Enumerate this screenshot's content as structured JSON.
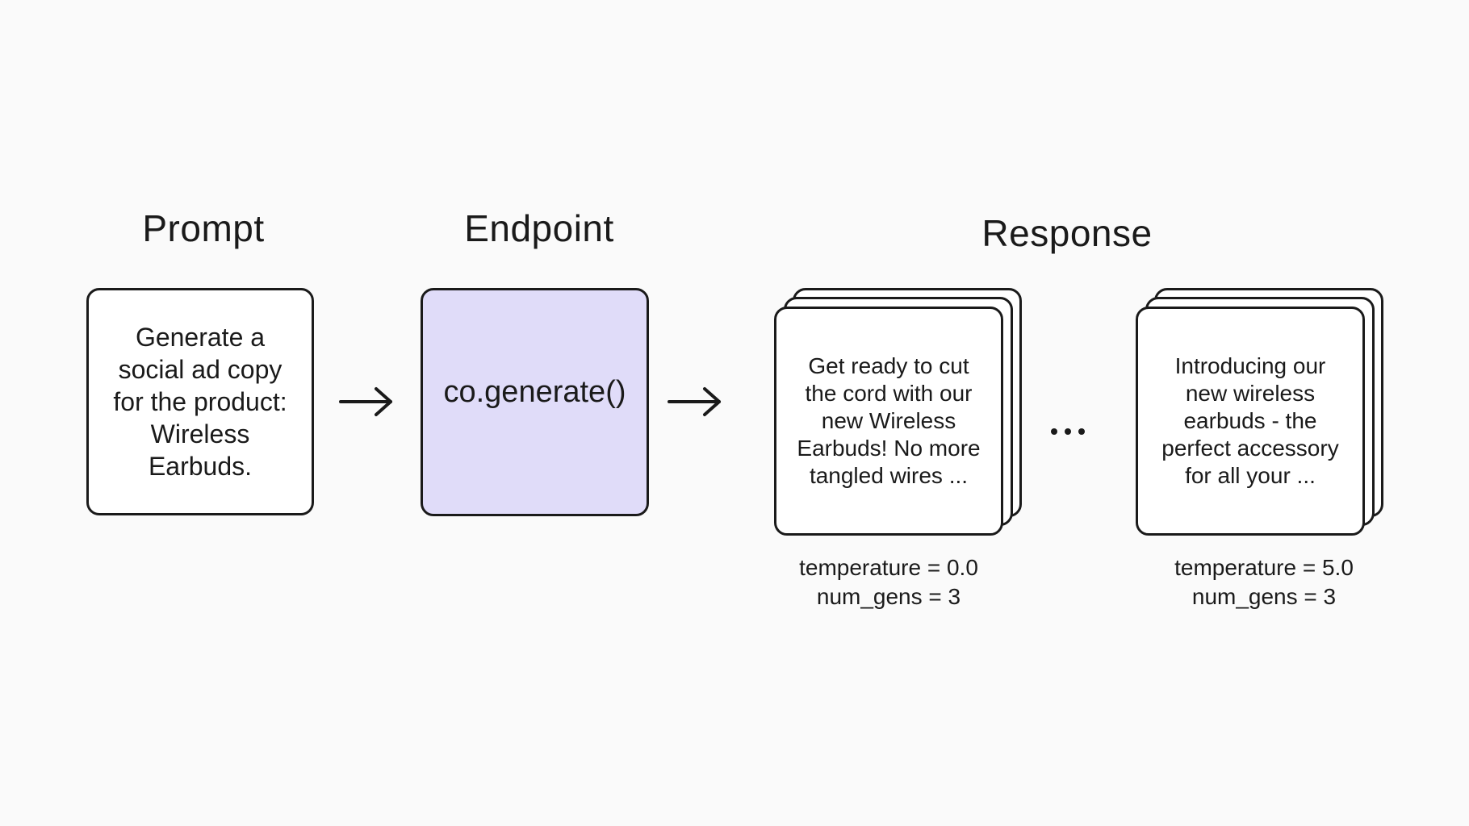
{
  "headings": {
    "prompt": "Prompt",
    "endpoint": "Endpoint",
    "response": "Response"
  },
  "prompt": {
    "lines": [
      "Generate a",
      "social ad copy",
      "for the product:",
      "Wireless",
      "Earbuds."
    ]
  },
  "endpoint": {
    "label": "co.generate()",
    "color": "#e0dcf9"
  },
  "responses": [
    {
      "lines": [
        "Get ready to cut",
        "the cord with our",
        "new Wireless",
        "Earbuds! No more",
        "tangled wires ..."
      ],
      "temperature": "temperature = 0.0",
      "num_gens": "num_gens = 3"
    },
    {
      "lines": [
        "Introducing our",
        "new wireless",
        "earbuds - the",
        "perfect accessory",
        "for all your ..."
      ],
      "temperature": "temperature = 5.0",
      "num_gens": "num_gens = 3"
    }
  ],
  "icons": [
    "right-arrow-icon",
    "ellipsis-icon"
  ]
}
